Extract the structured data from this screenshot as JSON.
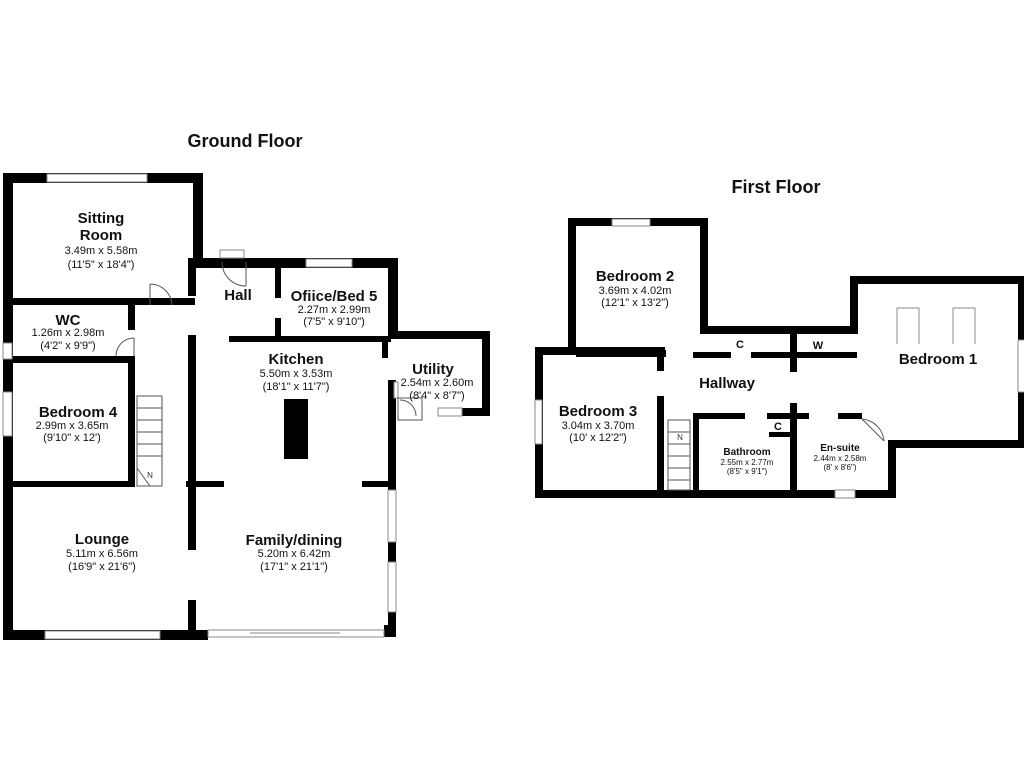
{
  "ground_floor": {
    "title": "Ground Floor",
    "rooms": {
      "sitting_room": {
        "name_line1": "Sitting",
        "name_line2": "Room",
        "metric": "3.49m x 5.58m",
        "imperial": "(11'5\" x 18'4\")"
      },
      "wc": {
        "name": "WC",
        "metric": "1.26m x 2.98m",
        "imperial": "(4'2\" x 9'9\")"
      },
      "hall": {
        "name": "Hall"
      },
      "office": {
        "name": "Ofiice/Bed 5",
        "metric": "2.27m x 2.99m",
        "imperial": "(7'5\" x 9'10\")"
      },
      "kitchen": {
        "name": "Kitchen",
        "metric": "5.50m x 3.53m",
        "imperial": "(18'1\" x 11'7\")"
      },
      "utility": {
        "name": "Utility",
        "metric": "2.54m x 2.60m",
        "imperial": "(8'4\" x 8'7\")"
      },
      "bedroom4": {
        "name": "Bedroom 4",
        "metric": "2.99m x 3.65m",
        "imperial": "(9'10\" x 12')"
      },
      "lounge": {
        "name": "Lounge",
        "metric": "5.11m x 6.56m",
        "imperial": "(16'9\" x 21'6\")"
      },
      "family_dining": {
        "name": "Family/dining",
        "metric": "5.20m x 6.42m",
        "imperial": "(17'1\" x 21'1\")"
      }
    },
    "stair_label": "N"
  },
  "first_floor": {
    "title": "First Floor",
    "rooms": {
      "bedroom2": {
        "name": "Bedroom 2",
        "metric": "3.69m x 4.02m",
        "imperial": "(12'1\" x 13'2\")"
      },
      "bedroom1": {
        "name": "Bedroom 1"
      },
      "hallway": {
        "name": "Hallway"
      },
      "bedroom3": {
        "name": "Bedroom 3",
        "metric": "3.04m x 3.70m",
        "imperial": "(10' x 12'2\")"
      },
      "bathroom": {
        "name": "Bathroom",
        "metric": "2.55m x 2.77m",
        "imperial": "(8'5\" x 9'1\")"
      },
      "ensuite": {
        "name": "En-suite",
        "metric": "2.44m x 2.58m",
        "imperial": "(8' x 8'6\")"
      }
    },
    "cupboard_labels": {
      "c1": "C",
      "w": "W",
      "c2": "C"
    },
    "stair_label": "N"
  },
  "colors": {
    "wall": "#000000",
    "background": "#ffffff",
    "window": "#8a8a8a"
  }
}
